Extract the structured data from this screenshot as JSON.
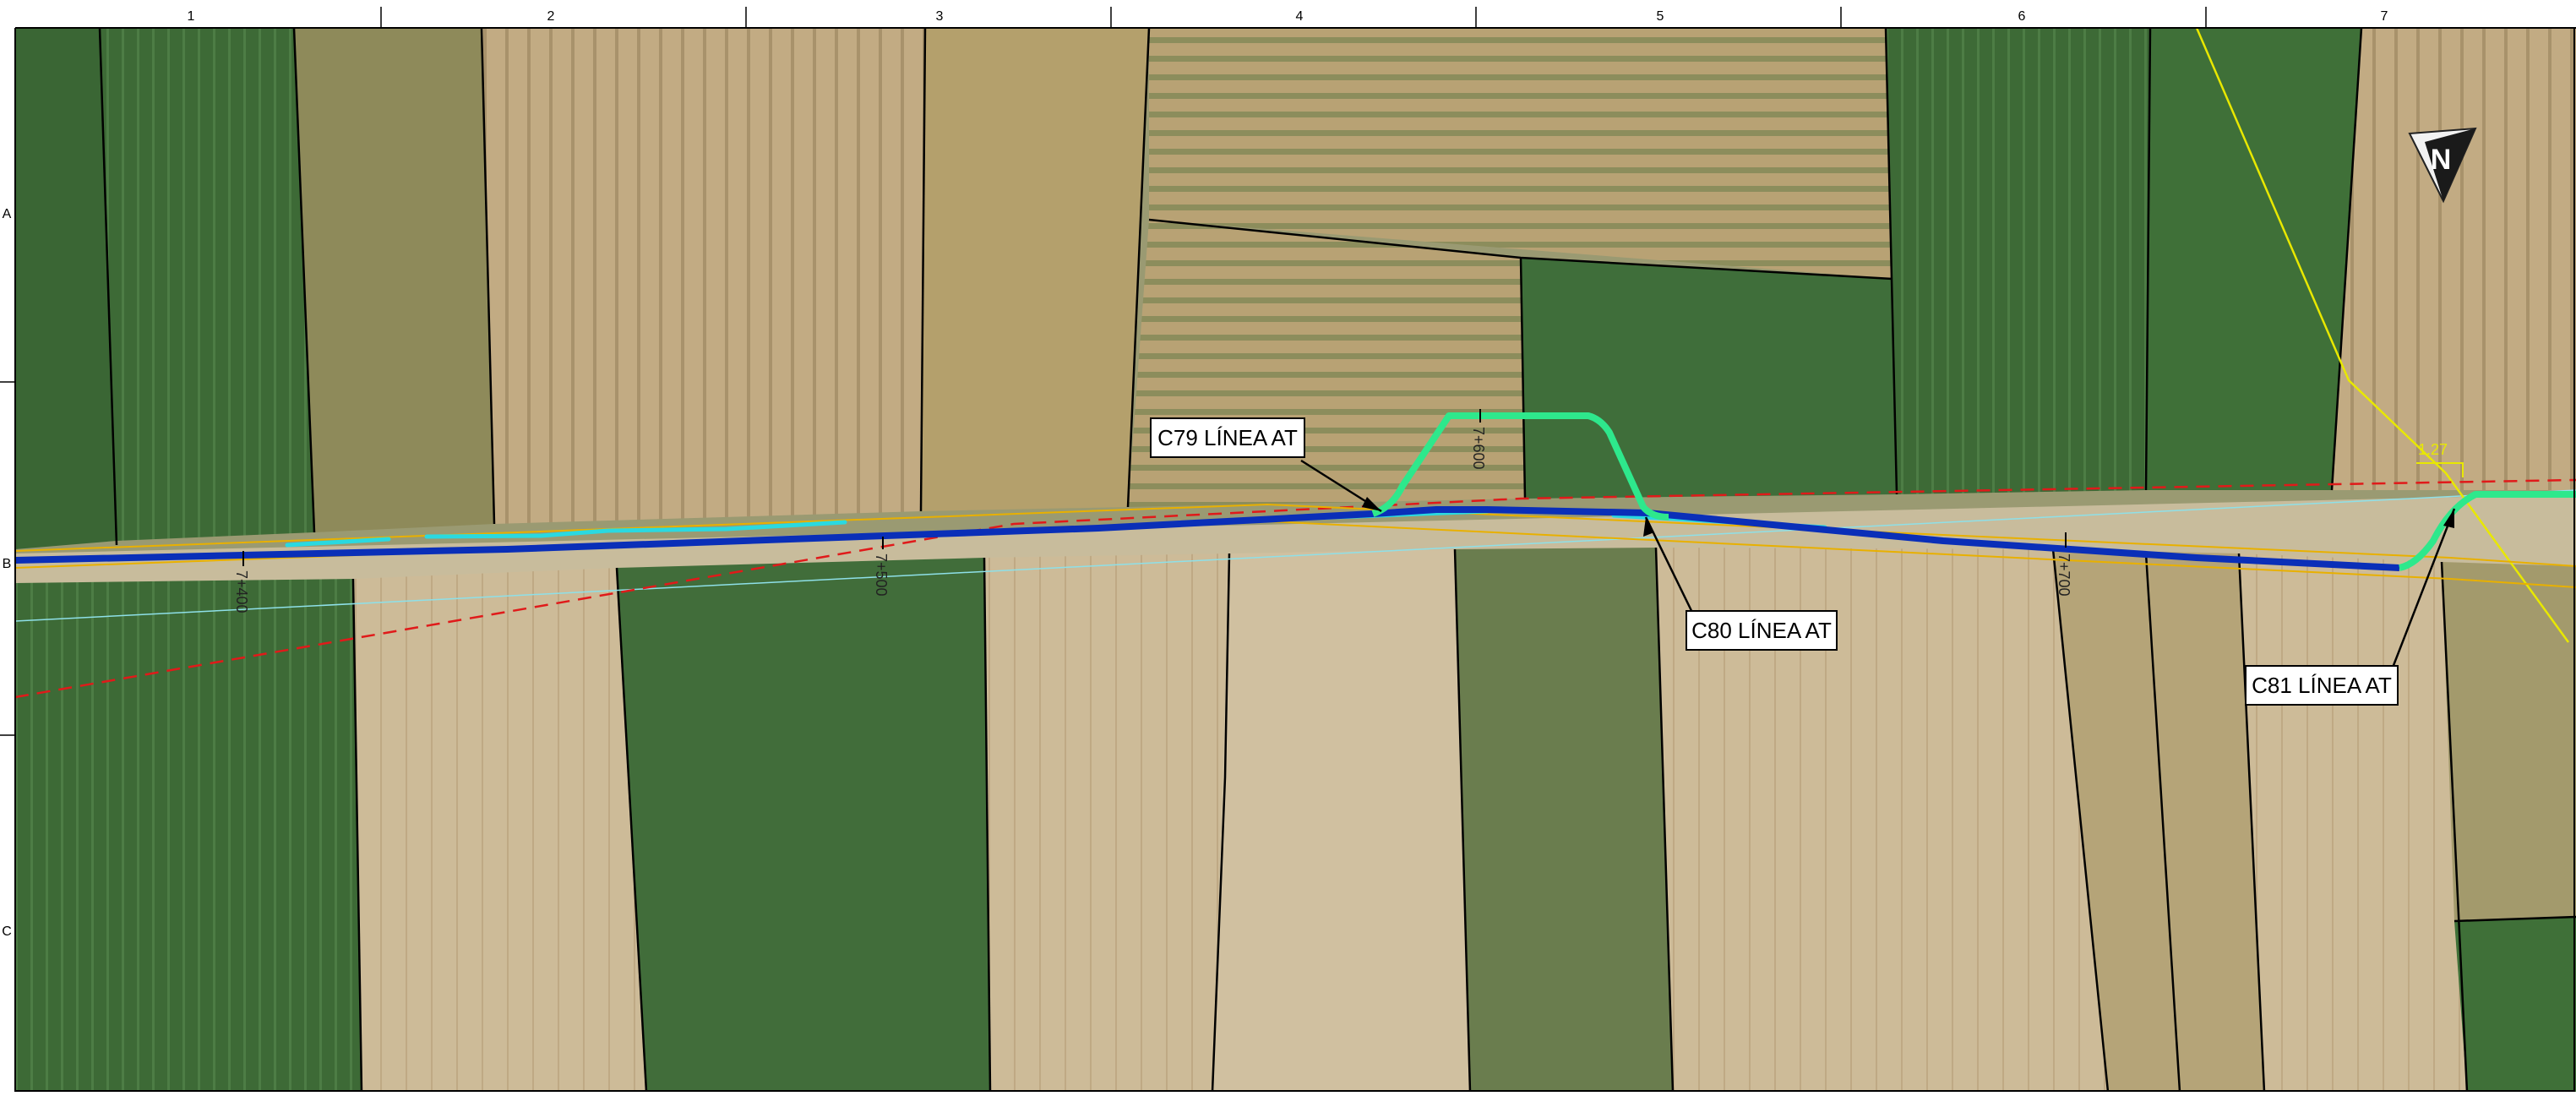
{
  "grid": {
    "columns": [
      "1",
      "2",
      "3",
      "4",
      "5",
      "6",
      "7"
    ],
    "rows": [
      "A",
      "B",
      "C"
    ]
  },
  "km_marks": [
    "7+400",
    "7+500",
    "7+600",
    "7+700"
  ],
  "callouts": {
    "c79": "C79 LÍNEA AT",
    "c80": "C80 LÍNEA AT",
    "c81": "C81 LÍNEA AT"
  },
  "dimension": "1.27",
  "north_arrow": {
    "letter": "N",
    "icon": "north-arrow-icon"
  },
  "colors": {
    "route_main": "#0a2fb8",
    "route_secondary": "#2ad9e0",
    "deviation": "#2ee88c",
    "boundary_dashed": "#e01a1a",
    "buffer": "#e8b000",
    "power_line": "#e8e800"
  }
}
